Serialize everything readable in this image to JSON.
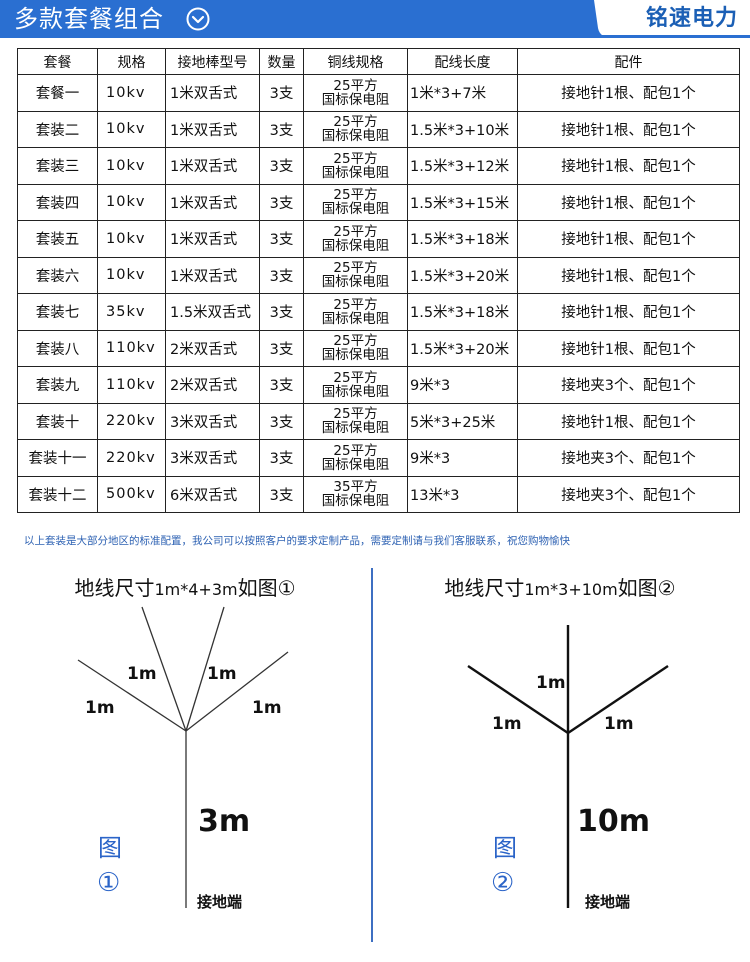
{
  "header": {
    "title": "多款套餐组合",
    "brand": "铭速电力",
    "chevron_icon": "chevron-down-circle-icon",
    "bg_color": "#2a6fd1"
  },
  "table": {
    "columns": [
      "套餐",
      "规格",
      "接地棒型号",
      "数量",
      "铜线规格",
      "配线长度",
      "配件"
    ],
    "rows": [
      {
        "name": "套餐一",
        "spec": "10kv",
        "rod": "1米双舌式",
        "qty": "3支",
        "wire1": "25平方",
        "wire2": "国标保电阻",
        "length": "1米*3+7米",
        "acc": "接地针1根、配包1个"
      },
      {
        "name": "套装二",
        "spec": "10kv",
        "rod": "1米双舌式",
        "qty": "3支",
        "wire1": "25平方",
        "wire2": "国标保电阻",
        "length": "1.5米*3+10米",
        "acc": "接地针1根、配包1个"
      },
      {
        "name": "套装三",
        "spec": "10kv",
        "rod": "1米双舌式",
        "qty": "3支",
        "wire1": "25平方",
        "wire2": "国标保电阻",
        "length": "1.5米*3+12米",
        "acc": "接地针1根、配包1个"
      },
      {
        "name": "套装四",
        "spec": "10kv",
        "rod": "1米双舌式",
        "qty": "3支",
        "wire1": "25平方",
        "wire2": "国标保电阻",
        "length": "1.5米*3+15米",
        "acc": "接地针1根、配包1个"
      },
      {
        "name": "套装五",
        "spec": "10kv",
        "rod": "1米双舌式",
        "qty": "3支",
        "wire1": "25平方",
        "wire2": "国标保电阻",
        "length": "1.5米*3+18米",
        "acc": "接地针1根、配包1个"
      },
      {
        "name": "套装六",
        "spec": "10kv",
        "rod": "1米双舌式",
        "qty": "3支",
        "wire1": "25平方",
        "wire2": "国标保电阻",
        "length": "1.5米*3+20米",
        "acc": "接地针1根、配包1个"
      },
      {
        "name": "套装七",
        "spec": "35kv",
        "rod": "1.5米双舌式",
        "qty": "3支",
        "wire1": "25平方",
        "wire2": "国标保电阻",
        "length": "1.5米*3+18米",
        "acc": "接地针1根、配包1个"
      },
      {
        "name": "套装八",
        "spec": "110kv",
        "rod": "2米双舌式",
        "qty": "3支",
        "wire1": "25平方",
        "wire2": "国标保电阻",
        "length": "1.5米*3+20米",
        "acc": "接地针1根、配包1个"
      },
      {
        "name": "套装九",
        "spec": "110kv",
        "rod": "2米双舌式",
        "qty": "3支",
        "wire1": "25平方",
        "wire2": "国标保电阻",
        "length": "9米*3",
        "acc": "接地夹3个、配包1个"
      },
      {
        "name": "套装十",
        "spec": "220kv",
        "rod": "3米双舌式",
        "qty": "3支",
        "wire1": "25平方",
        "wire2": "国标保电阻",
        "length": "5米*3+25米",
        "acc": "接地针1根、配包1个"
      },
      {
        "name": "套装十一",
        "spec": "220kv",
        "rod": "3米双舌式",
        "qty": "3支",
        "wire1": "25平方",
        "wire2": "国标保电阻",
        "length": "9米*3",
        "acc": "接地夹3个、配包1个"
      },
      {
        "name": "套装十二",
        "spec": "500kv",
        "rod": "6米双舌式",
        "qty": "3支",
        "wire1": "35平方",
        "wire2": "国标保电阻",
        "length": "13米*3",
        "acc": "接地夹3个、配包1个"
      }
    ]
  },
  "note": "以上套装是大部分地区的标准配置，我公司可以按照客户的要求定制产品，需要定制请与我们客服联系，祝您购物愉快",
  "diagram1": {
    "title_prefix": "地线尺寸",
    "title_size": "1m*4+3m",
    "title_suffix": "如图①",
    "branch_labels": [
      "1m",
      "1m",
      "1m",
      "1m"
    ],
    "trunk_label": "3m",
    "fig_word": "图",
    "fig_num": "①",
    "ground_label": "接地端"
  },
  "diagram2": {
    "title_prefix": "地线尺寸",
    "title_size": "1m*3+10m",
    "title_suffix": "如图②",
    "branch_labels": [
      "1m",
      "1m",
      "1m"
    ],
    "trunk_label": "10m",
    "fig_word": "图",
    "fig_num": "②",
    "ground_label": "接地端"
  },
  "colors": {
    "banner": "#2a6fd1",
    "accent_blue": "#2b64c8",
    "divider": "#3d6fc2"
  }
}
